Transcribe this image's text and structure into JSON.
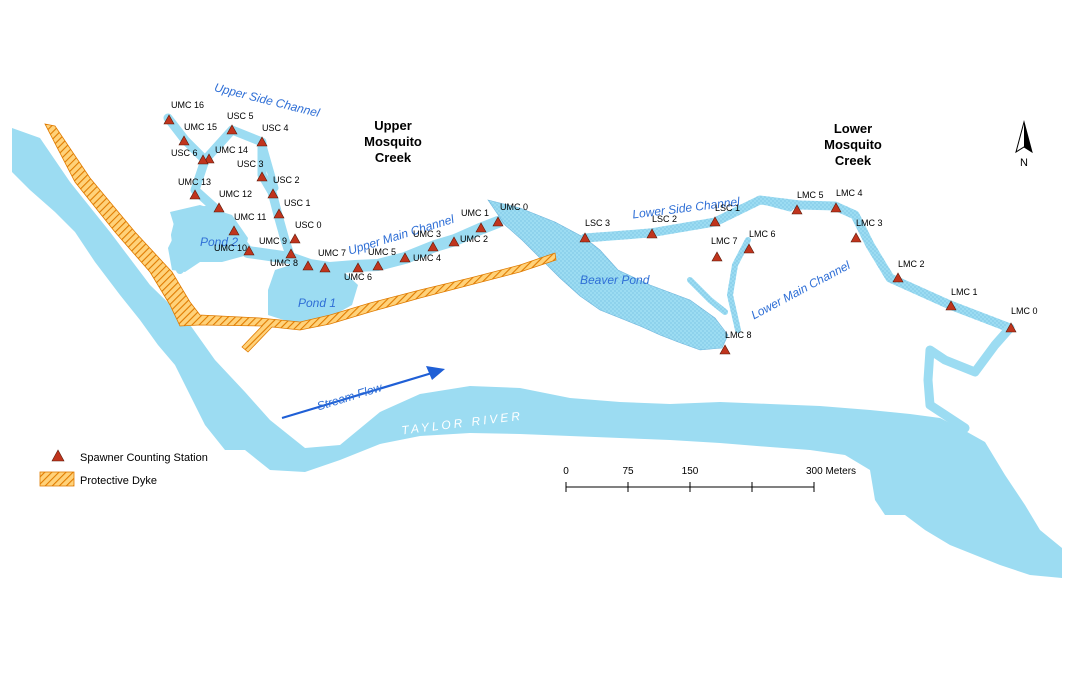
{
  "regions": {
    "upper": [
      "Upper",
      "Mosquito",
      "Creek"
    ],
    "lower": [
      "Lower",
      "Mosquito",
      "Creek"
    ]
  },
  "water_labels": {
    "upper_side_channel": "Upper Side Channel",
    "upper_main_channel": "Upper Main Channel",
    "lower_side_channel": "Lower Side Channel",
    "lower_main_channel": "Lower Main Channel",
    "pond1": "Pond 1",
    "pond2": "Pond 2",
    "beaver_pond": "Beaver Pond",
    "stream_flow": "Stream Flow",
    "river": "TAYLOR RIVER"
  },
  "north": "N",
  "stations": [
    "UMC 16",
    "UMC 15",
    "UMC 14",
    "USC 6",
    "USC 5",
    "USC 4",
    "USC 3",
    "USC 2",
    "USC 1",
    "USC 0",
    "UMC 13",
    "UMC 12",
    "UMC 11",
    "UMC 10",
    "UMC 9",
    "UMC 8",
    "UMC 7",
    "UMC 6",
    "UMC 5",
    "UMC 4",
    "UMC 3",
    "UMC 2",
    "UMC 1",
    "UMC 0",
    "LSC 3",
    "LSC 2",
    "LSC 1",
    "LMC 7",
    "LMC 6",
    "LMC 5",
    "LMC 4",
    "LMC 3",
    "LMC 2",
    "LMC 1",
    "LMC 0",
    "LMC 8"
  ],
  "legend": {
    "station": "Spawner Counting Station",
    "dyke": "Protective Dyke"
  },
  "scale": {
    "ticks": [
      "0",
      "75",
      "150",
      "300 Meters"
    ]
  },
  "colors": {
    "water": "#9cdcf2",
    "water_dark": "#7cc6e4",
    "dyke": "#f5a623",
    "station": "#c0341d",
    "label_blue": "#2f6fd6",
    "flow_arrow": "#1f5fd6"
  }
}
